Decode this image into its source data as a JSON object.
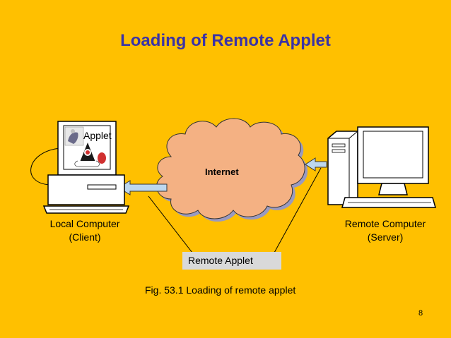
{
  "slide": {
    "title": "Loading of Remote Applet",
    "local_computer": {
      "line1": "Local Computer",
      "line2": "(Client)"
    },
    "remote_computer": {
      "line1": "Remote Computer",
      "line2": "(Server)"
    },
    "applet_label": "Applet",
    "internet_label": "Internet",
    "remote_applet_label": "Remote Applet",
    "caption": "Fig. 53.1 Loading of remote applet",
    "page_number": "8"
  },
  "colors": {
    "background": "#FFC000",
    "title": "#3B33A6",
    "cloud_fill": "#F4B183",
    "cloud_shadow": "#7F7F9F",
    "arrow_fill": "#BDD7EE",
    "computer_fill": "#FFFFFF"
  },
  "icons": {
    "local_computer": "desktop-computer-icon",
    "remote_computer": "desktop-tower-computer-icon",
    "internet": "cloud-icon",
    "applet": "java-duke-icon"
  }
}
